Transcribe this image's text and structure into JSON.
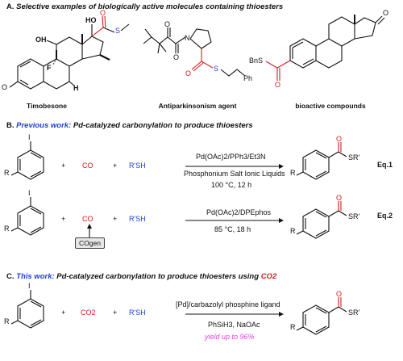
{
  "section_a": {
    "label": "A.",
    "title": "Selective examples of biologically active molecules containing thioesters",
    "captions": [
      "Timobesone",
      "Antiparkinsonism agent",
      "bioactive compounds"
    ]
  },
  "section_b": {
    "label": "B.",
    "title_colored": "Previous work:",
    "title_rest": "Pd-catalyzed carbonylation to produce thioesters",
    "eq1": {
      "reagent_plus1": "+",
      "co": "CO",
      "reagent_plus2": "+",
      "thiol": "R'SH",
      "catalyst": "Pd(OAc)2/PPh3/Et3N",
      "solvent": "Phosphonium Salt Ionic Liquids",
      "conditions": "100 °C, 12 h",
      "label": "Eq.1",
      "product_sr": "SR'"
    },
    "eq2": {
      "co": "CO",
      "thiol": "R'SH",
      "catalyst": "Pd(OAc)2/DPEphos",
      "conditions": "85 °C, 18 h",
      "label": "Eq.2",
      "cogen": "COgen",
      "product_sr": "SR'"
    }
  },
  "section_c": {
    "label": "C.",
    "title_colored": "This work:",
    "title_rest": "Pd-catalyzed carbonylation to produce thioesters using",
    "title_co2": "CO2",
    "co2": "CO2",
    "thiol": "R'SH",
    "catalyst": "[Pd]/carbazolyl phosphine ligand",
    "reagents": "PhSiH3, NaOAc",
    "yield": "yield up to 96%",
    "product_sr": "SR'"
  },
  "atoms": {
    "R": "R",
    "I": "I",
    "O": "O",
    "S": "S",
    "N": "N",
    "F": "F",
    "OH": "OH",
    "HO": "HO",
    "H": "H",
    "Ph": "Ph",
    "BnS": "BnS"
  },
  "colors": {
    "blue": "#1f3fd6",
    "red": "#d81b1b",
    "magenta": "#e040e0"
  }
}
